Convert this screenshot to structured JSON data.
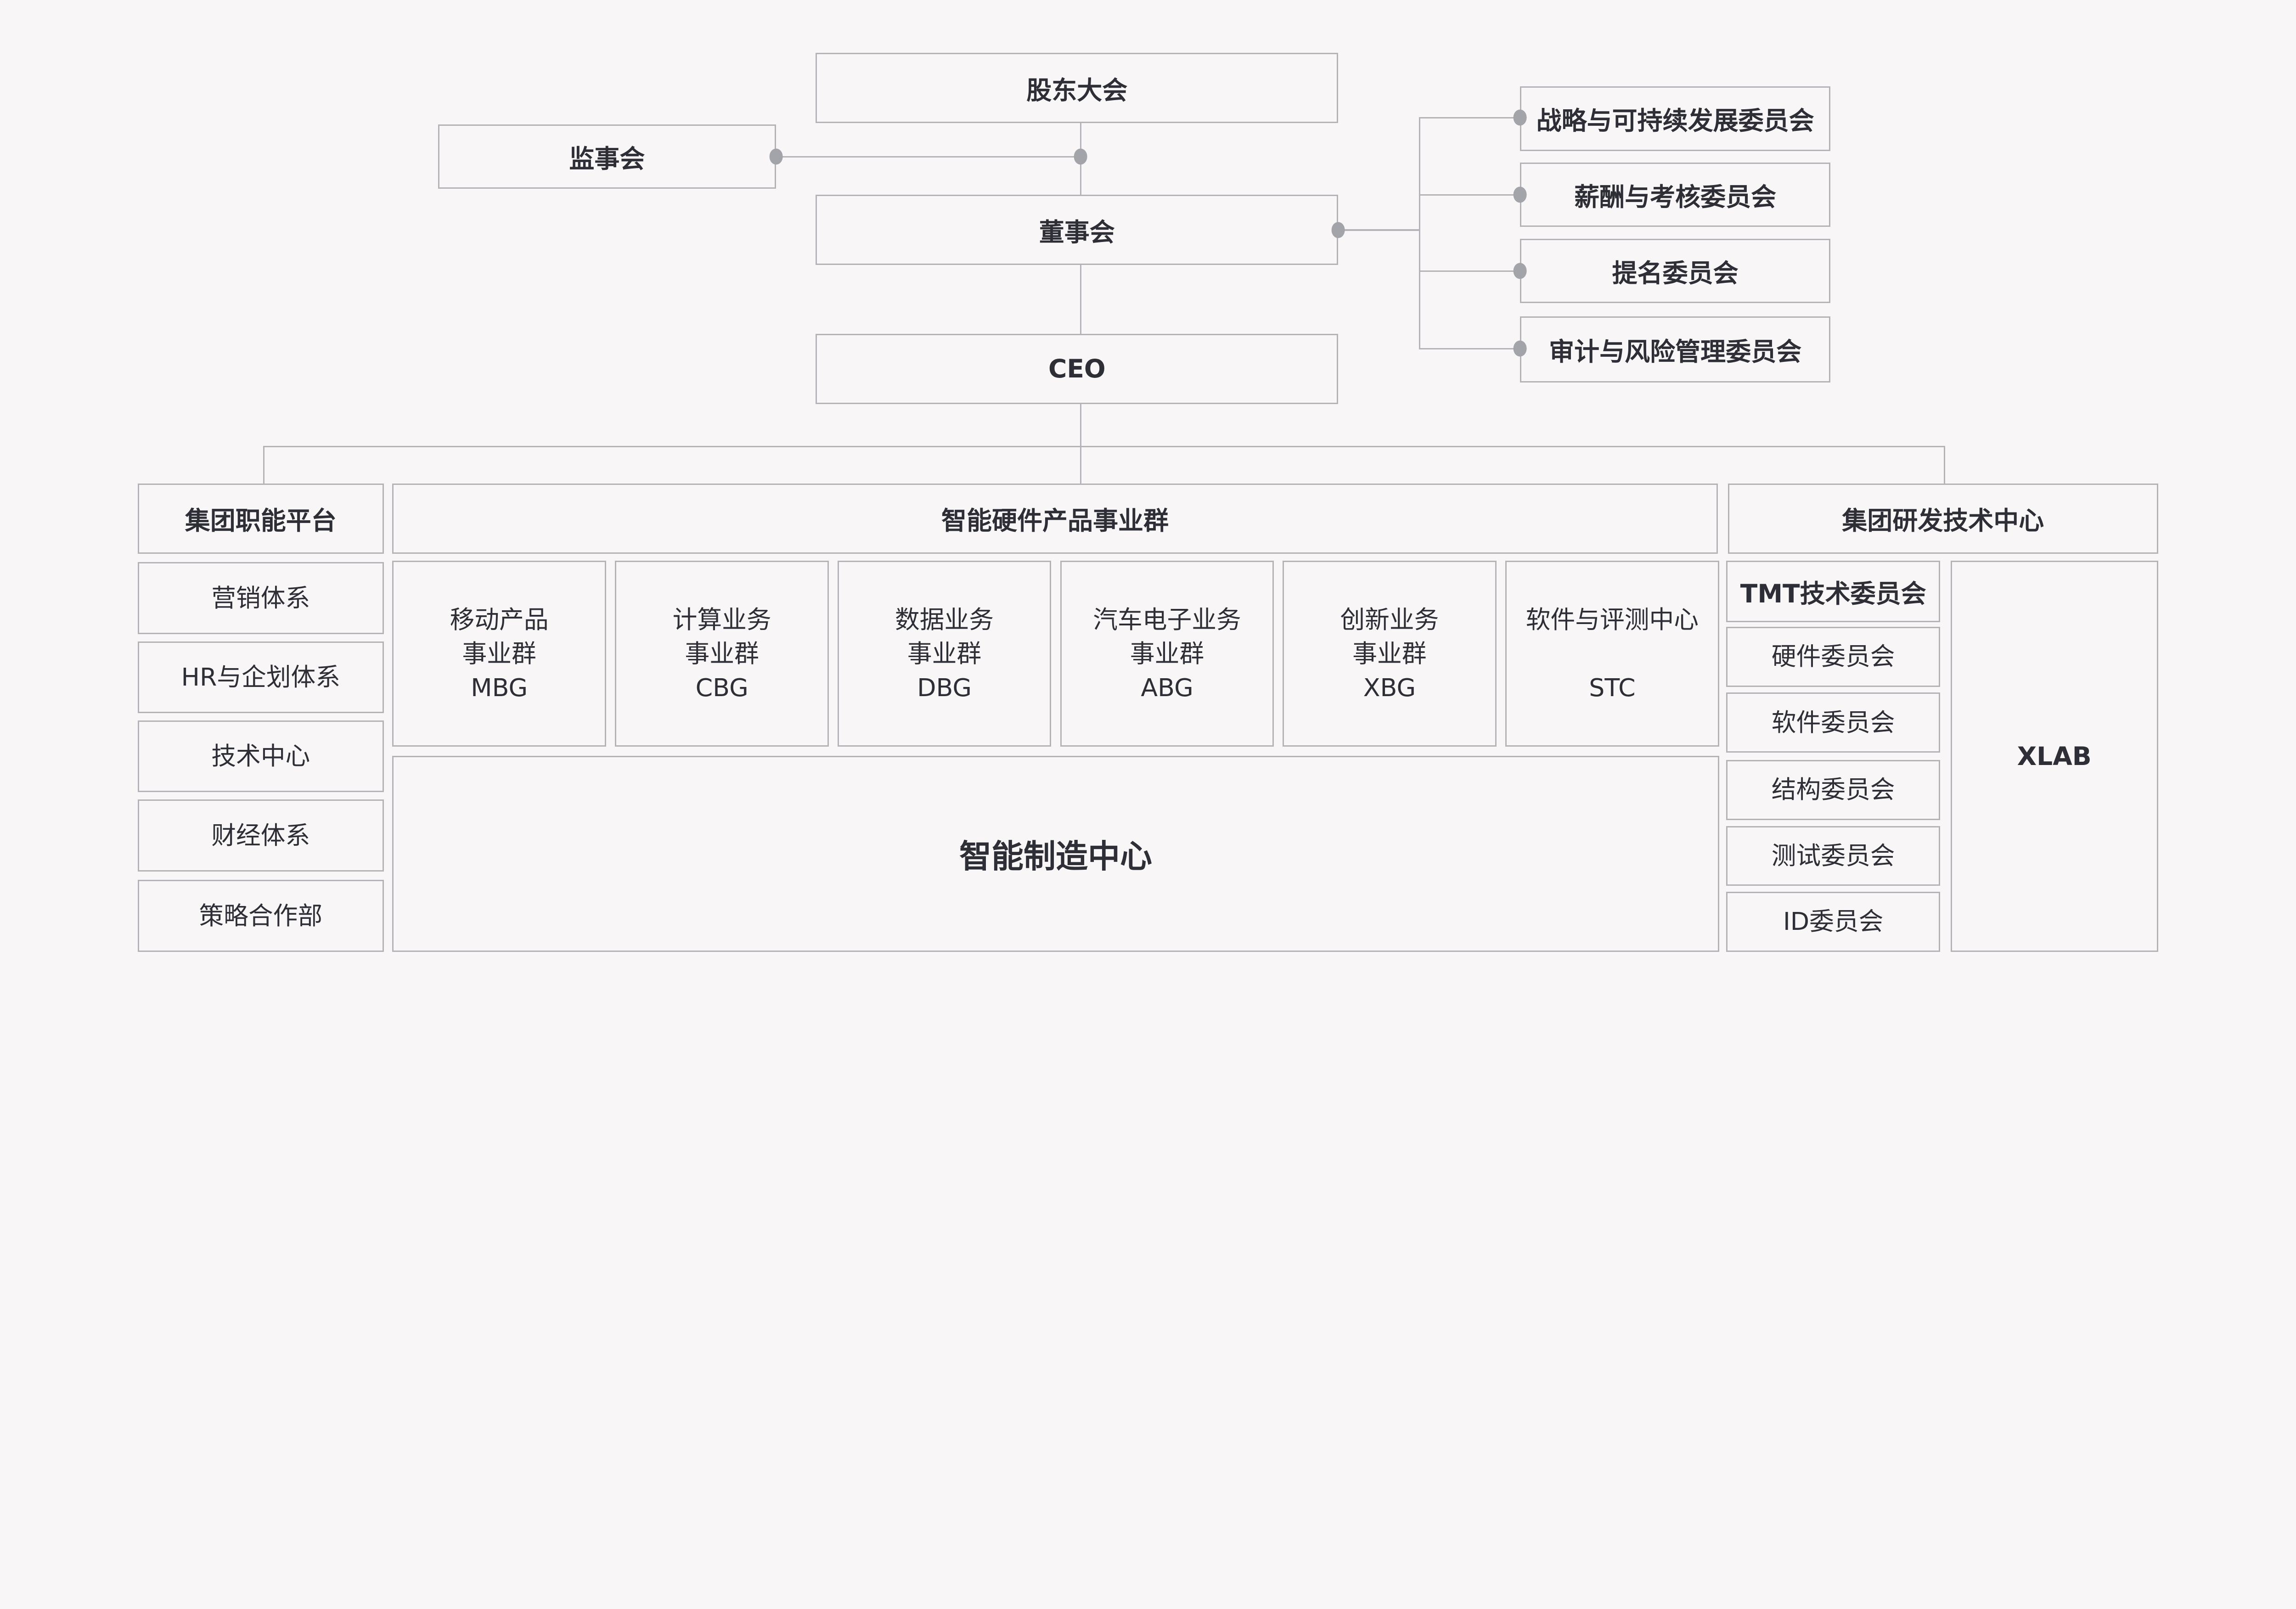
{
  "top": {
    "shareholders": "股东大会",
    "supervisors": "监事会",
    "board": "董事会",
    "ceo": "CEO"
  },
  "committees": [
    "战略与可持续发展委员会",
    "薪酬与考核委员会",
    "提名委员会",
    "审计与风险管理委员会"
  ],
  "functional": {
    "title": "集团职能平台",
    "items": [
      "营销体系",
      "HR与企划体系",
      "技术中心",
      "财经体系",
      "策略合作部"
    ]
  },
  "hardware": {
    "title": "智能硬件产品事业群",
    "groups": [
      {
        "l1": "移动产品",
        "l2": "事业群",
        "l3": "MBG"
      },
      {
        "l1": "计算业务",
        "l2": "事业群",
        "l3": "CBG"
      },
      {
        "l1": "数据业务",
        "l2": "事业群",
        "l3": "DBG"
      },
      {
        "l1": "汽车电子业务",
        "l2": "事业群",
        "l3": "ABG"
      },
      {
        "l1": "创新业务",
        "l2": "事业群",
        "l3": "XBG"
      },
      {
        "l1": "软件与评测中心",
        "l2": "",
        "l3": "STC"
      }
    ],
    "manufacturing": "智能制造中心"
  },
  "rd": {
    "title": "集团研发技术中心",
    "tmt_title": "TMT技术委员会",
    "tmt_items": [
      "硬件委员会",
      "软件委员会",
      "结构委员会",
      "测试委员会",
      "ID委员会"
    ],
    "xlab": "XLAB"
  },
  "colors": {
    "background": "#f8f6f6",
    "border": "#b3b3b8",
    "text": "#2e2e36",
    "connector_dot": "#a2a4aa"
  }
}
